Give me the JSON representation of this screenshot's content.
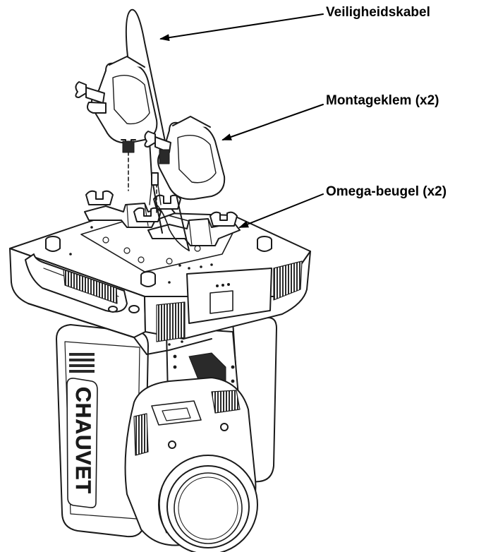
{
  "callouts": {
    "safety_cable": "Veiligheidskabel",
    "mounting_clamp": "Montageklem (x2)",
    "omega_bracket": "Omega-beugel (x2)"
  },
  "fixture": {
    "brand": "CHAUVET"
  },
  "colors": {
    "line": "#1a1a1a",
    "background": "#ffffff",
    "dark_grille": "#2a2a2a"
  }
}
